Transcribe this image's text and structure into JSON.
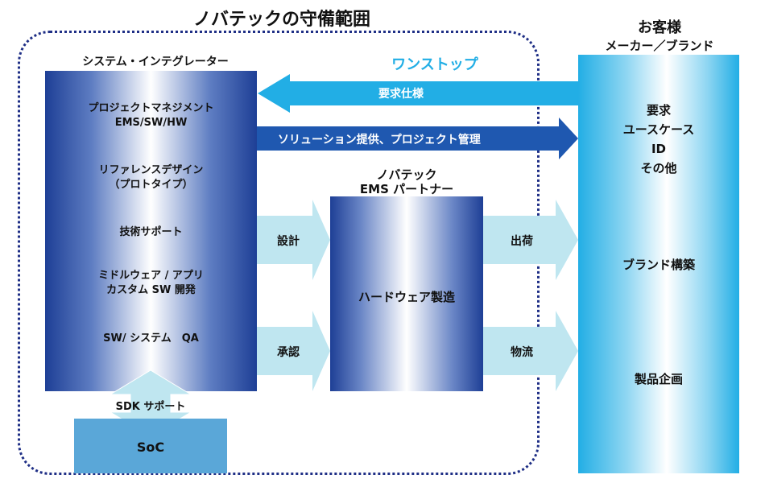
{
  "scope": {
    "title": "ノバテックの守備範囲"
  },
  "system_integrator": {
    "title": "システム・インテグレーター",
    "items": [
      "プロジェクトマネジメント\nEMS/SW/HW",
      "リファレンスデザイン\n（プロトタイプ）",
      "技術サポート",
      "ミドルウェア / アプリ\nカスタム SW 開発",
      "SW/ システム　QA"
    ]
  },
  "soc": {
    "label": "SoC",
    "sdk_support": "SDK サポート"
  },
  "onestop": {
    "title": "ワンストップ",
    "requirements_label": "要求仕様",
    "solution_label": "ソリューション提供、プロジェクト管理"
  },
  "partner": {
    "title_line1": "ノバテック",
    "title_line2": "EMS パートナー",
    "label": "ハードウェア製造"
  },
  "flows": {
    "design": "設計",
    "approval": "承認",
    "shipping": "出荷",
    "logistics": "物流"
  },
  "customer": {
    "title": "お客様",
    "subtitle": "メーカー／ブランド",
    "items_top": [
      "要求",
      "ユースケース",
      "ID",
      "その他"
    ],
    "brand": "ブランド構築",
    "planning": "製品企画"
  },
  "colors": {
    "navy": "#1f2f86",
    "blue_dark": "#1e3f96",
    "cyan": "#22aee5",
    "light_cyan": "#bfe6f0",
    "soc_blue": "#5aa7d8"
  }
}
